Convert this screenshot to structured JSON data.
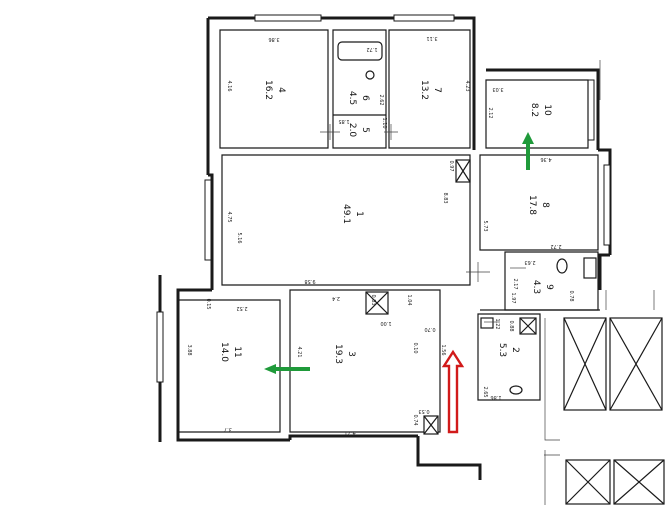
{
  "plan": {
    "rooms": [
      {
        "id": "r4",
        "number": "4",
        "area": "16.2"
      },
      {
        "id": "r6",
        "number": "6",
        "area": "4.5"
      },
      {
        "id": "r5",
        "number": "5",
        "area": "2.0"
      },
      {
        "id": "r7",
        "number": "7",
        "area": "13.2"
      },
      {
        "id": "r10",
        "number": "10",
        "area": "8.2"
      },
      {
        "id": "r1",
        "number": "1",
        "area": "49.1"
      },
      {
        "id": "r8",
        "number": "8",
        "area": "17.8"
      },
      {
        "id": "r9",
        "number": "9",
        "area": "4.3"
      },
      {
        "id": "r2",
        "number": "2",
        "area": "5.3"
      },
      {
        "id": "r3",
        "number": "3",
        "area": "19.3"
      },
      {
        "id": "r11",
        "number": "11",
        "area": "14.0"
      }
    ],
    "dimensions": {
      "d_r4_top": "3.86",
      "d_r4_left": "4.16",
      "d_r6_bath": "1.72",
      "d_r6_side": "2.62",
      "d_r5_width": "1.85",
      "d_r5_side": "1.10",
      "d_r7_top": "3.11",
      "d_r7_right": "4.23",
      "d_r10_top": "3.03",
      "d_r10_left": "2.12",
      "d_r10_bottom": "4.36",
      "d_col_a": "0.97",
      "d_col_b": "8.83",
      "d_r1_left": "4.75",
      "d_r1_sub": "5.16",
      "d_r1_bottom": "9.58",
      "d_r8_left": "5.73",
      "d_r8_bottom": "2.72",
      "d_r9_top": "2.63",
      "d_r9_side": "2.17",
      "d_r9_shaft": "0.78",
      "d_r3_top": "2.4",
      "d_r3_shaft": "0.83",
      "d_r3_side": "1.04",
      "d_r3_shaft_b": "1.00",
      "d_r3_left": "4.21",
      "d_r3_bottom": "4.71",
      "d_door_a": "0.70",
      "d_door_b": "1.56",
      "d_door_c": "0.10",
      "d_r2_a": "1.22",
      "d_r2_b": "0.88",
      "d_r2_c": "1.97",
      "d_r2_d": "2.65",
      "d_r2_e": "1.86",
      "d_r11_top": "2.52",
      "d_r11_left": "3.88",
      "d_r11_bottom": "3.7",
      "d_r11_b": "0.15",
      "d_shaft_a": "0.74",
      "d_shaft_b": "0.53"
    },
    "colors": {
      "ink": "#1a1a1a",
      "green_arrow": "#1f9a3a",
      "red_arrow": "#d11a1a"
    }
  }
}
